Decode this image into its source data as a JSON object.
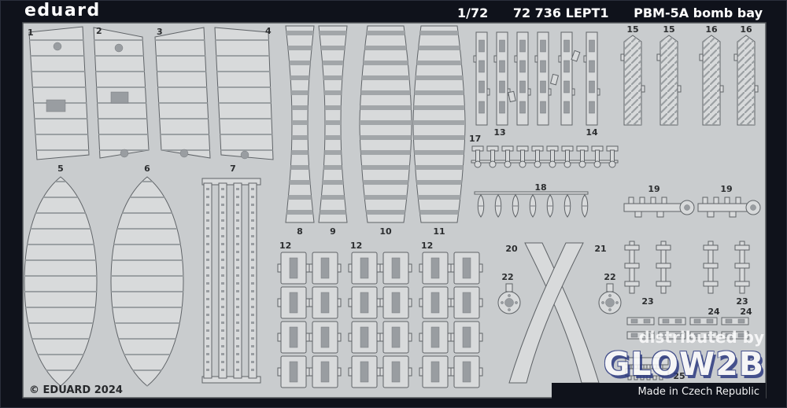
{
  "header": {
    "brand": "eduard",
    "scale": "1/72",
    "catalog": "72 736 LEPT1",
    "product": "PBM-5A bomb bay"
  },
  "footer": {
    "copyright": "© EDUARD 2024",
    "made_in": "Made in Czech Republic"
  },
  "watermark": {
    "line1": "distributed by",
    "line2": "GLOW2B"
  },
  "part_numbers": {
    "n1": "1",
    "n2": "2",
    "n3": "3",
    "n4": "4",
    "n5": "5",
    "n6": "6",
    "n7": "7",
    "n8": "8",
    "n9": "9",
    "n10": "10",
    "n11": "11",
    "n12": "12",
    "n13": "13",
    "n14": "14",
    "n15": "15",
    "n16": "16",
    "n17": "17",
    "n18": "18",
    "n19": "19",
    "n20": "20",
    "n21": "21",
    "n22": "22",
    "n23": "23",
    "n24": "24",
    "n25": "25"
  },
  "colors": {
    "background": "#0f121b",
    "sheet": "#c9ccce",
    "part_fill": "#d8dadb",
    "etch": "#999da1",
    "watermark_shadow": "#27357e",
    "text_light": "#ffffff",
    "text_dark": "#2b2d2f"
  }
}
